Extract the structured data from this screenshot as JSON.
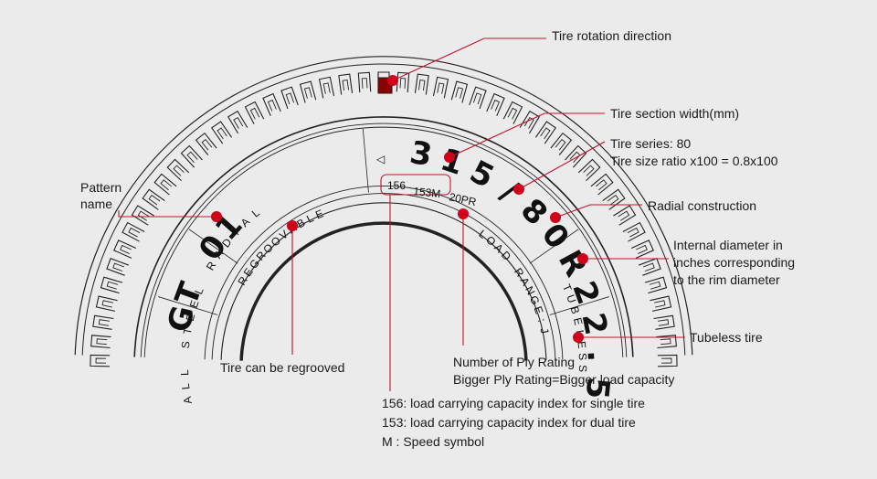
{
  "tire": {
    "size_parts": [
      "3",
      "1",
      "5",
      "/",
      "8",
      "0",
      "R",
      "2",
      "2",
      ".",
      "5"
    ],
    "pattern": "GT 01",
    "regroovable": "REGROOVABLE",
    "construction": "ALL STEEL RADIAL",
    "load_range": "LOAD RANGE:J",
    "tubeless": "TUBELESS",
    "load_index_single": "156",
    "load_index_dual": "153M",
    "ply_rating": "20PR",
    "rotation_marker": "◁"
  },
  "callouts": {
    "rotation": "Tire rotation direction",
    "section_width": "Tire section width(mm)",
    "series_1": "Tire series: 80",
    "series_2": "Tire size ratio x100 = 0.8x100",
    "radial": "Radial construction",
    "diameter_1": "Internal diameter in",
    "diameter_2": "inches corresponding",
    "diameter_3": "to the rim diameter",
    "tubeless": "Tubeless tire",
    "pattern_1": "Pattern",
    "pattern_2": "name",
    "regroove": "Tire can be regrooved",
    "ply_1": "Number of Ply Rating",
    "ply_2": "Bigger Ply Rating=Bigger load capacity",
    "load_1": "156: load carrying capacity index for single tire",
    "load_2": "153: load carrying capacity index for dual tire",
    "load_3": "M : Speed symbol"
  },
  "colors": {
    "accent": "#d0021b",
    "line": "#222222",
    "background": "#ebebeb"
  }
}
